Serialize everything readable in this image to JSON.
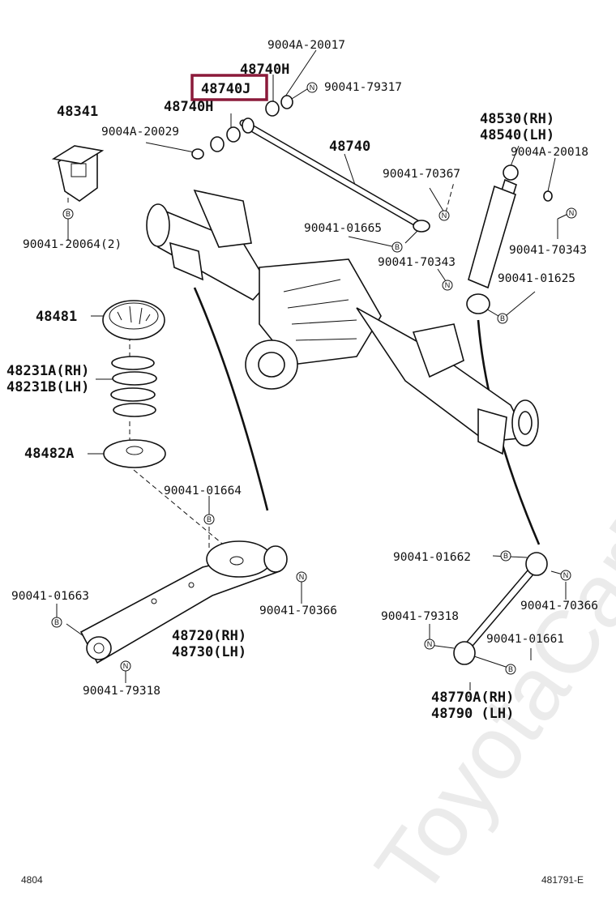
{
  "highlight_color": "#8b1a3a",
  "watermark": "ToyotaCarMine.ru",
  "labels": {
    "p9004A_20017": "9004A-20017",
    "p48740H_top": "48740H",
    "p48740J": "48740J",
    "p90041_79317": "90041-79317",
    "p48740H_left": "48740H",
    "p9004A_20029": "9004A-20029",
    "p48341": "48341",
    "p90041_20064": "90041-20064(2)",
    "p48740": "48740",
    "p90041_70367": "90041-70367",
    "p90041_01665": "90041-01665",
    "p48530": "48530(RH)",
    "p48540": "48540(LH)",
    "p9004A_20018": "9004A-20018",
    "p90041_70343_r": "90041-70343",
    "p90041_70343_m": "90041-70343",
    "p90041_01625": "90041-01625",
    "p48481": "48481",
    "p48231A": "48231A(RH)",
    "p48231B": "48231B(LH)",
    "p48482A": "48482A",
    "p90041_01664": "90041-01664",
    "p90041_01663": "90041-01663",
    "p90041_70366_c": "90041-70366",
    "p48720": "48720(RH)",
    "p48730": "48730(LH)",
    "p90041_79318_l": "90041-79318",
    "p90041_01662": "90041-01662",
    "p90041_70366_r": "90041-70366",
    "p90041_79318_r": "90041-79318",
    "p90041_01661": "90041-01661",
    "p48770A": "48770A(RH)",
    "p48790": "48790 (LH)"
  },
  "symbols": {
    "b": "B",
    "n": "N"
  },
  "footer": {
    "left": "4804",
    "right": "481791-E"
  }
}
